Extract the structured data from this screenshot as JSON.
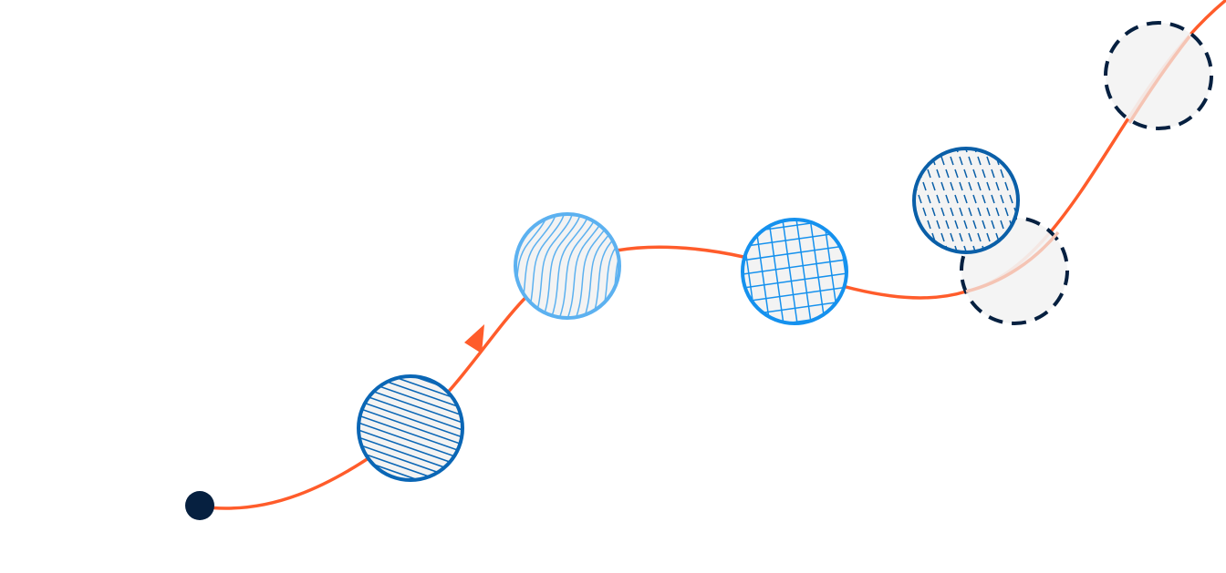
{
  "colors": {
    "path": "#ff5c2b",
    "path_faded": "#f5c4b4",
    "start_dot": "#062040",
    "node_fill": "#f3f3f3",
    "dashed_outline": "#062040",
    "blue_dark": "#0a66b5",
    "blue_mid": "#0a7ad6",
    "blue_bright": "#1591ee",
    "blue_light": "#5cb1f0",
    "blue_navy": "#0a5fa8"
  },
  "diagram": {
    "start": {
      "icon": "start-dot"
    },
    "arrow": {
      "icon": "direction-arrow-icon"
    },
    "nodes": [
      {
        "name": "node-diagonal-hatch",
        "pattern": "diagonal-lines",
        "style": "solid"
      },
      {
        "name": "node-contour",
        "pattern": "contour-lines",
        "style": "solid"
      },
      {
        "name": "node-grid",
        "pattern": "grid",
        "style": "solid"
      },
      {
        "name": "node-dashes",
        "pattern": "short-dashes",
        "style": "solid"
      },
      {
        "name": "node-empty-lower",
        "pattern": "none",
        "style": "dashed"
      },
      {
        "name": "node-empty-upper",
        "pattern": "none",
        "style": "dashed"
      }
    ]
  }
}
